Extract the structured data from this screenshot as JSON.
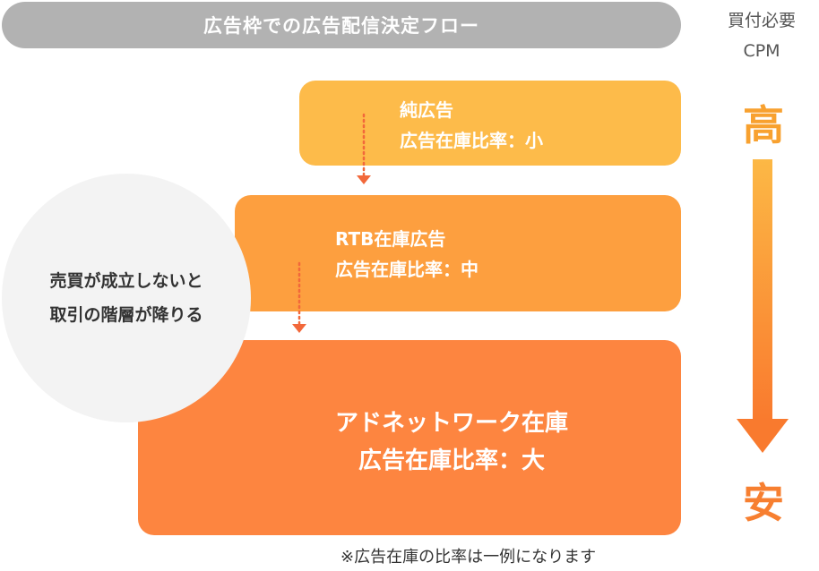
{
  "header": {
    "title": "広告枠での広告配信決定フロー"
  },
  "tiers": [
    {
      "name": "純広告",
      "ratio": "広告在庫比率：小",
      "color": "#fdbb4a"
    },
    {
      "name": "RTB在庫広告",
      "ratio": "広告在庫比率：中",
      "color": "#fd9f3f"
    },
    {
      "name": "アドネットワーク在庫",
      "ratio": "広告在庫比率：大",
      "color": "#fd8540"
    }
  ],
  "circle_note": {
    "line1": "売買が成立しないと",
    "line2": "取引の階層が降りる"
  },
  "cpm_scale": {
    "label_line1": "買付必要",
    "label_line2": "CPM",
    "high": "高",
    "low": "安",
    "gradient_top": "#fcb845",
    "gradient_bottom": "#f97a2e"
  },
  "dotted_arrow_color": "#f2683a",
  "footnote": "※広告在庫の比率は一例になります"
}
